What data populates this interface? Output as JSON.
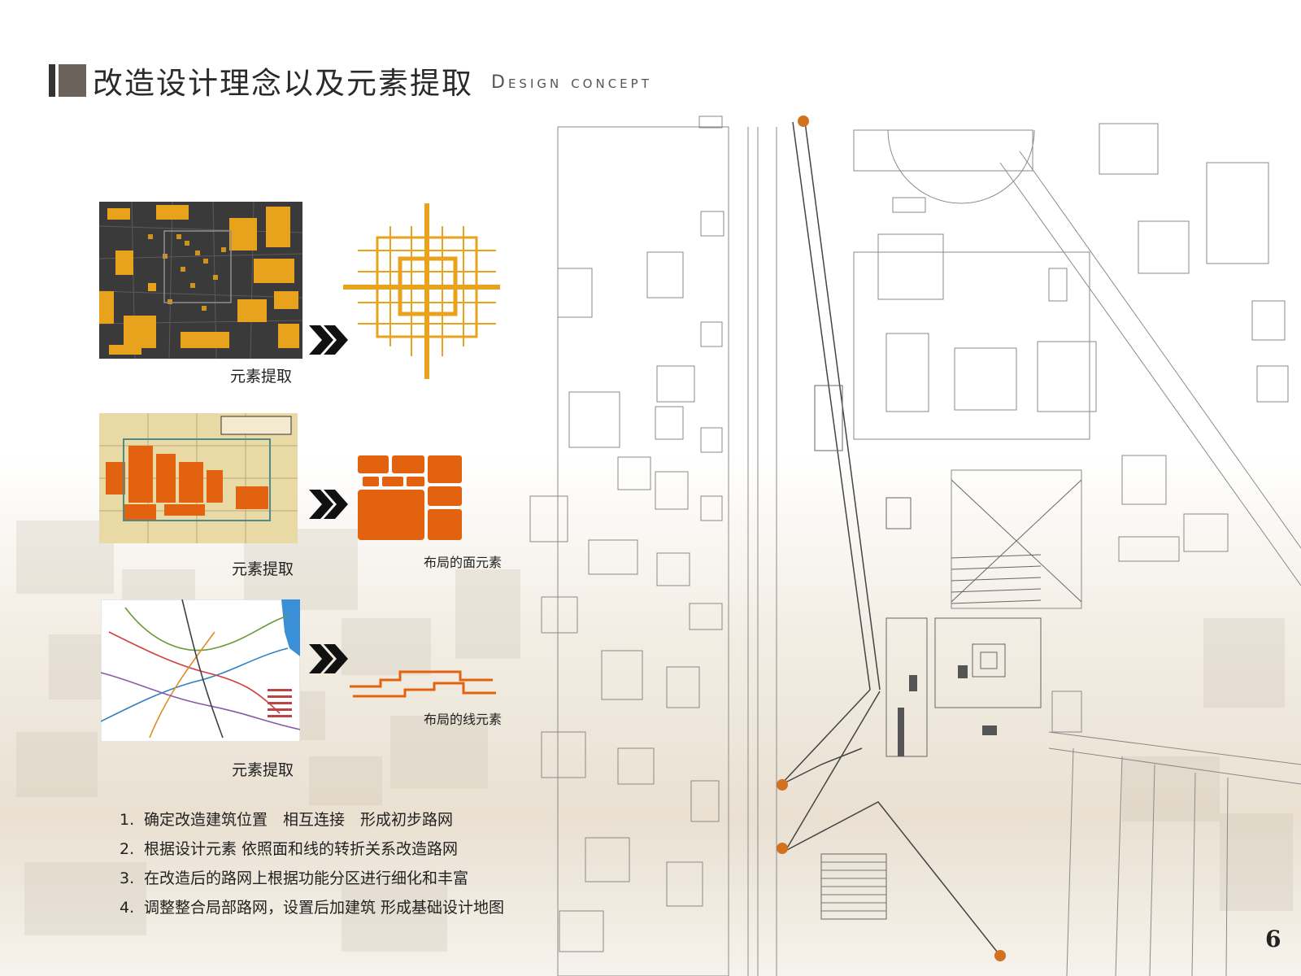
{
  "header": {
    "title_cn": "改造设计理念以及元素提取",
    "title_en": "Design concept"
  },
  "rows": [
    {
      "caption": "元素提取",
      "element_label": ""
    },
    {
      "caption": "元素提取",
      "element_label": "布局的面元素"
    },
    {
      "caption": "元素提取",
      "element_label": "布局的线元素"
    }
  ],
  "steps": [
    {
      "num": "1.",
      "text": "确定改造建筑位置　相互连接　形成初步路网"
    },
    {
      "num": "2.",
      "text": "根据设计元素  依照面和线的转折关系改造路网"
    },
    {
      "num": "3.",
      "text": "在改造后的路网上根据功能分区进行细化和丰富"
    },
    {
      "num": "4.",
      "text": "调整整合局部路网，设置后加建筑  形成基础设计地图"
    }
  ],
  "page_number": "6",
  "colors": {
    "gold": "#e8a21c",
    "orange": "#e2620f",
    "marker": "#d2711e",
    "line": "#8a8a8a"
  },
  "icons": {
    "chevron": "double-chevron-right-icon"
  }
}
